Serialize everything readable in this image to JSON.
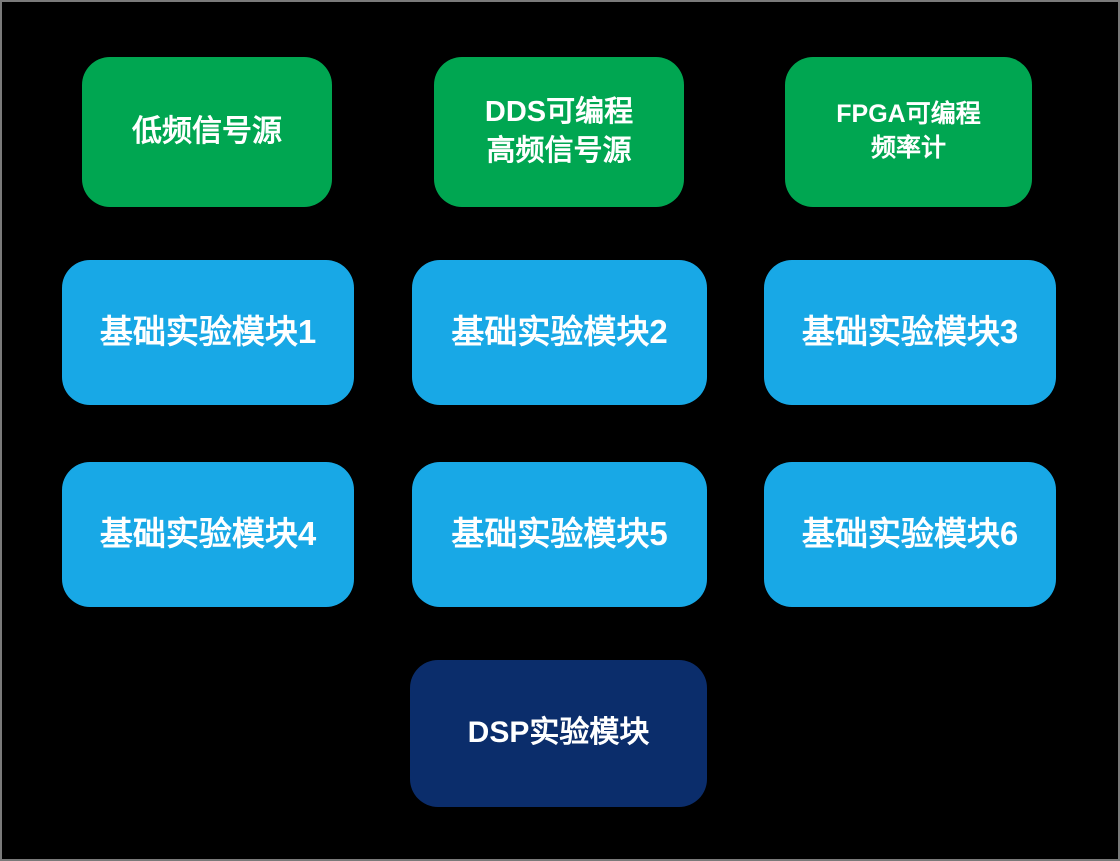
{
  "diagram": {
    "background_color": "#000000",
    "border_color": "#7a7a7a",
    "colors": {
      "source_block": "#00a651",
      "basic_module_block": "#18a8e6",
      "dsp_block": "#0b2d6b",
      "text": "#ffffff"
    },
    "source_blocks": [
      {
        "label": "低频信号源"
      },
      {
        "label": "DDS可编程\n高频信号源"
      },
      {
        "label": "FPGA可编程\n频率计"
      }
    ],
    "basic_modules": [
      {
        "label": "基础实验模块1"
      },
      {
        "label": "基础实验模块2"
      },
      {
        "label": "基础实验模块3"
      },
      {
        "label": "基础实验模块4"
      },
      {
        "label": "基础实验模块5"
      },
      {
        "label": "基础实验模块6"
      }
    ],
    "dsp_module": {
      "label": "DSP实验模块"
    }
  }
}
